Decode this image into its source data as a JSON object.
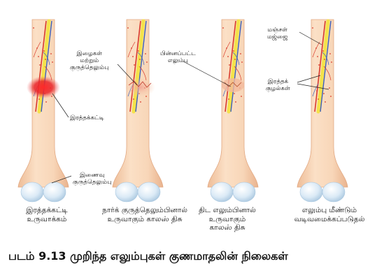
{
  "caption": "படம் 9.13 முறிந்த எலும்புகள் குணமாதலின் நிலைகள்",
  "stages": [
    {
      "label_lines": [
        "இரத்தக்கட்டி",
        "உருவாக்கம்"
      ]
    },
    {
      "label_lines": [
        "நார்க் குருத்தெலும்பினால்",
        "உருவாகும் காலஸ் திசு"
      ]
    },
    {
      "label_lines": [
        "திட எலும்பினால்",
        "உருவாகும்",
        "காலஸ் திசு"
      ]
    },
    {
      "label_lines": [
        "எலும்பு மீண்டும்",
        "வடிவமைக்கப்படுதல்"
      ]
    }
  ],
  "annotations": {
    "blood_clot": "இரத்தக்கட்டி",
    "joint_cartilage": [
      "இணைவு",
      "குருத்தெலும்பு"
    ],
    "fibrocartilage": [
      "இழைகள்",
      "மற்றும்",
      "குருத்தெலும்பு"
    ],
    "woven_bone": [
      "பின்னப்பட்ட",
      "எலும்பு"
    ],
    "yellow_marrow": [
      "மஞ்சள்",
      "மஜ்ஜை"
    ],
    "blood_vessels": [
      "இரத்தக்",
      "குழல்கள்"
    ]
  },
  "colors": {
    "bone": "#f6cfae",
    "bone_edge": "#e2a983",
    "marrow": "#f4e24a",
    "artery": "#d93a2b",
    "vein": "#3b5fb8",
    "clot": "#e8242a",
    "cartilage": "#cfe3f3"
  }
}
